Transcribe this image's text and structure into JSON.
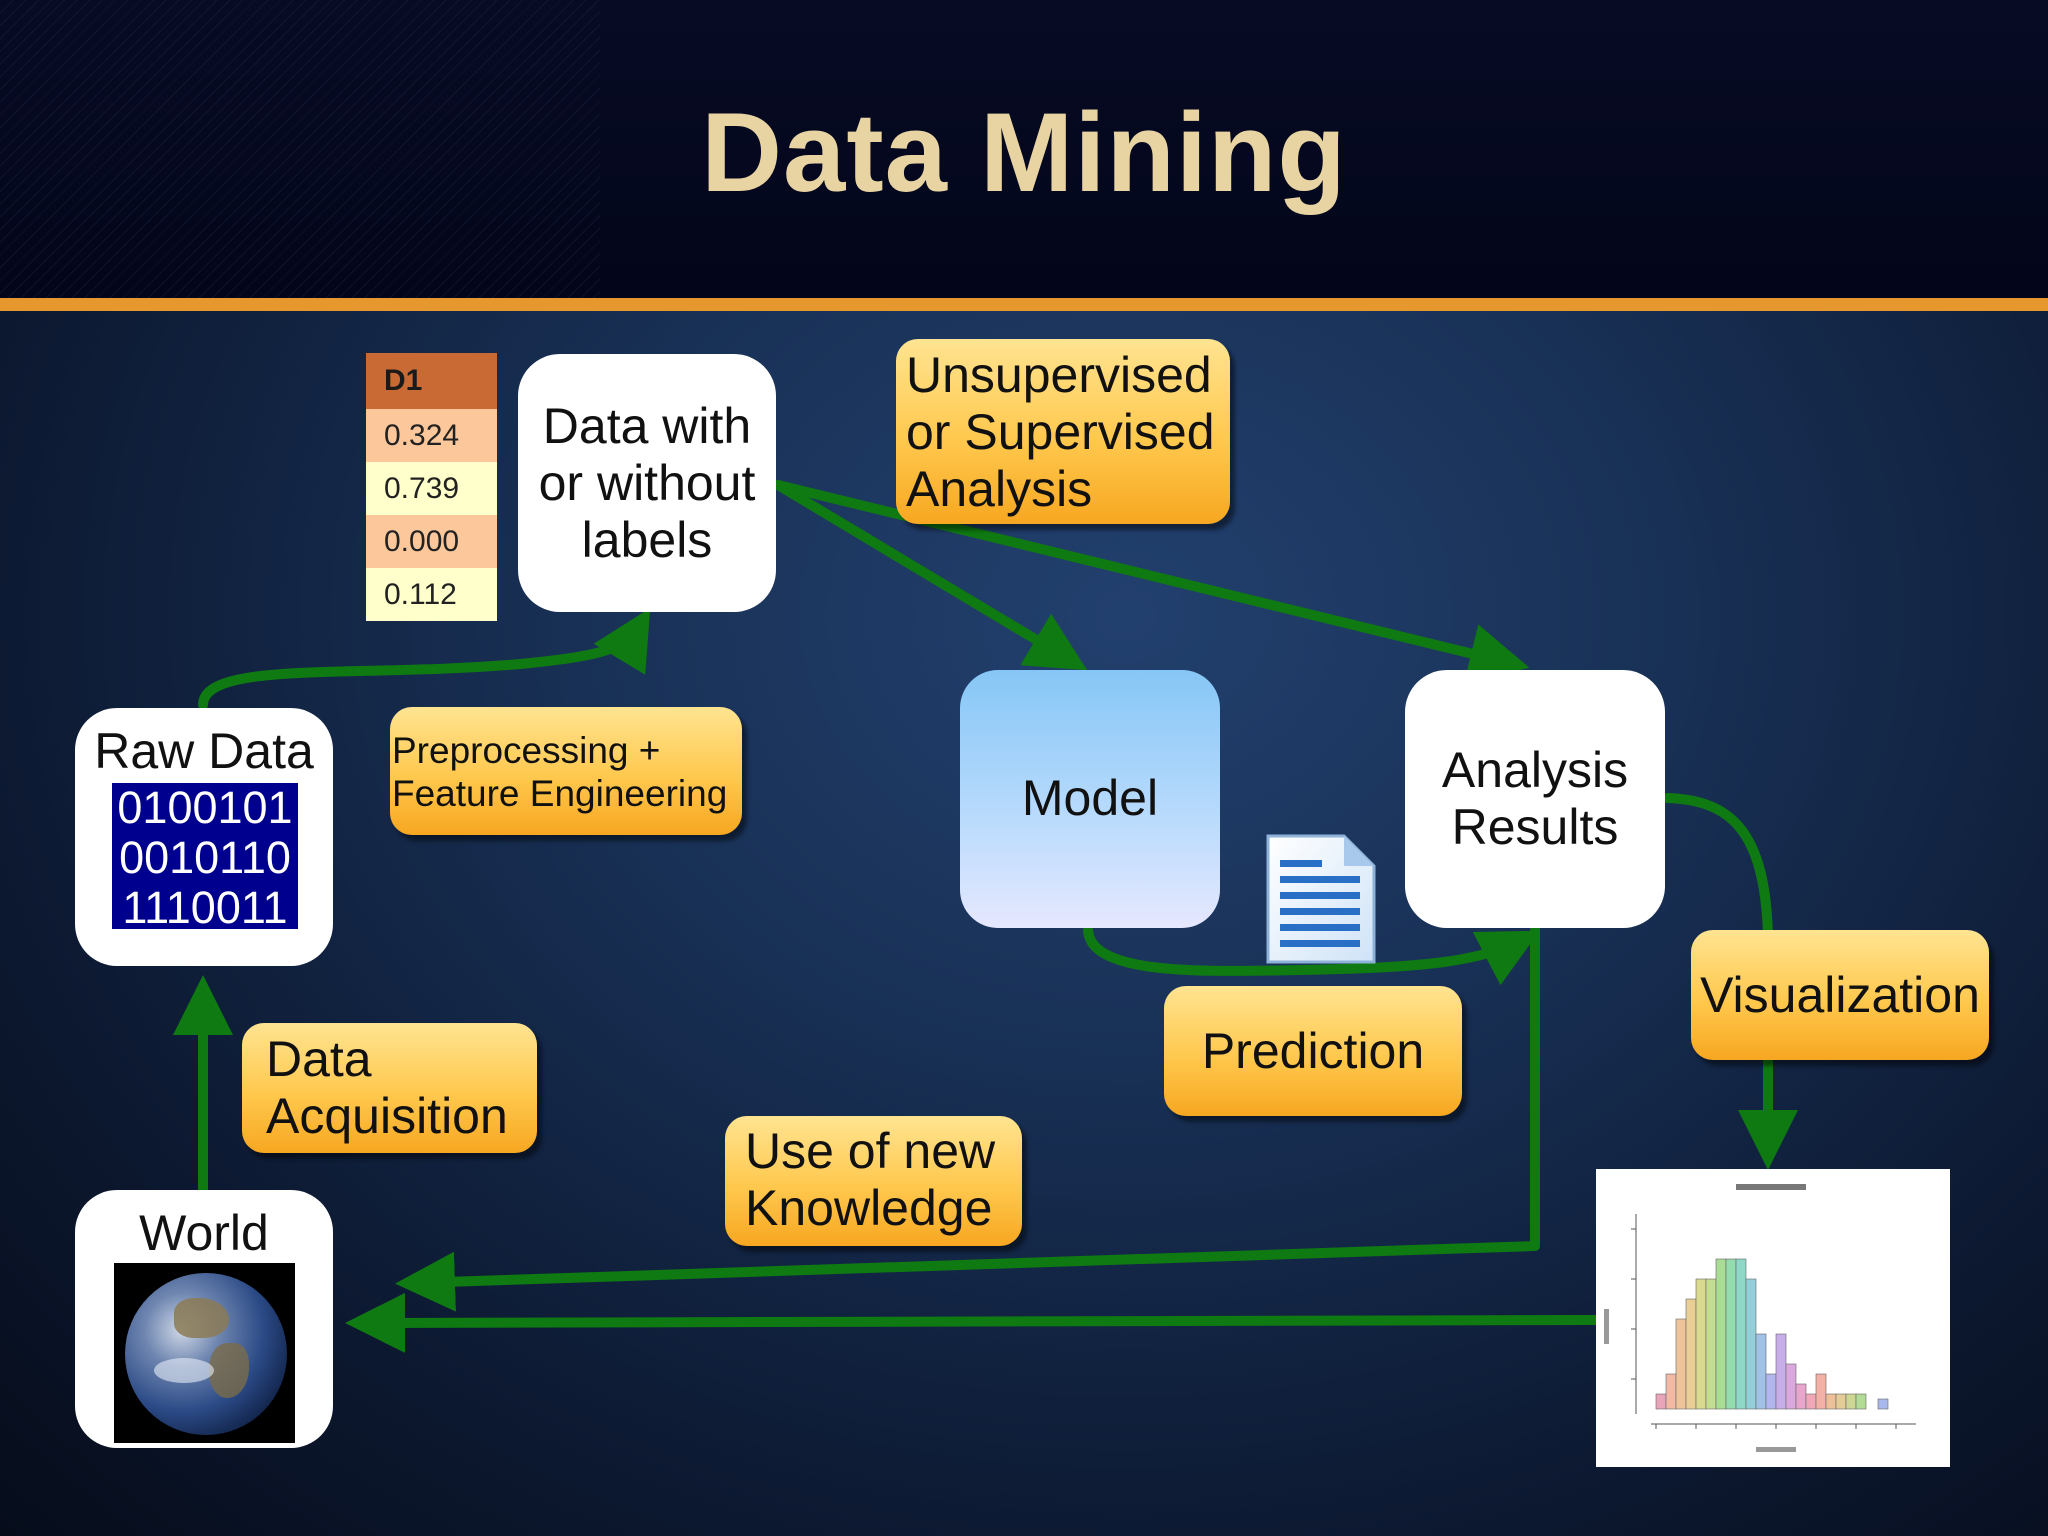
{
  "title": "Data Mining",
  "colors": {
    "accent_rule": "#e6972e",
    "title_text": "#e8d3a2",
    "arrow": "#0f7a12",
    "orange_box": "#ffc84d",
    "binary_bg": "#00008e"
  },
  "table": {
    "header": "D1",
    "rows": [
      "0.324",
      "0.739",
      "0.000",
      "0.112"
    ]
  },
  "nodes": {
    "data_labels": [
      "Data with",
      "or without",
      "labels"
    ],
    "raw_data": "Raw Data",
    "binary": [
      "0100101",
      "0010110",
      "1110011"
    ],
    "model": "Model",
    "analysis": [
      "Analysis",
      "Results"
    ],
    "world": "World"
  },
  "steps": {
    "unsupervised": [
      "Unsupervised",
      "or Supervised",
      "Analysis"
    ],
    "preprocessing": [
      "Preprocessing +",
      "Feature Engineering"
    ],
    "acquisition": [
      "Data",
      "Acquisition"
    ],
    "new_knowledge": [
      "Use of new",
      "Knowledge"
    ],
    "prediction": "Prediction",
    "visualization": "Visualization"
  },
  "icons": {
    "document": "document-icon",
    "earth": "earth-photo",
    "histogram": "histogram-thumbnail"
  }
}
